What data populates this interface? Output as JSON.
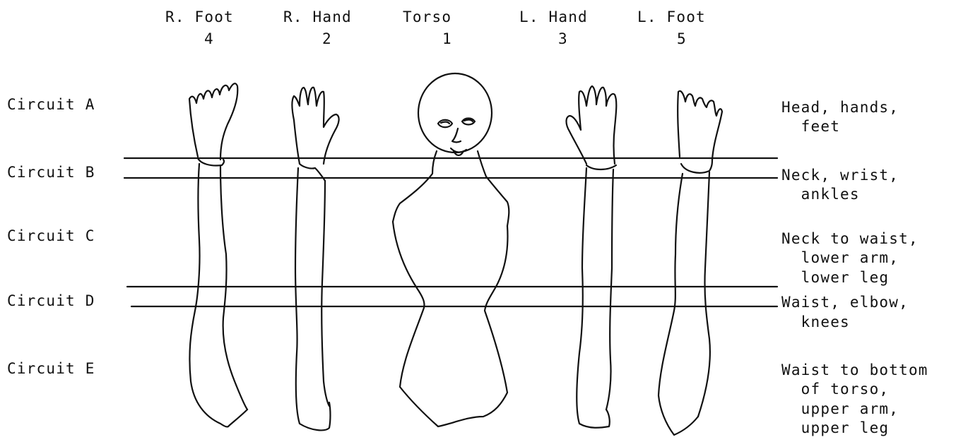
{
  "columns": [
    {
      "name": "R. Foot",
      "number": "4"
    },
    {
      "name": "R. Hand",
      "number": "2"
    },
    {
      "name": "Torso",
      "number": "1"
    },
    {
      "name": "L. Hand",
      "number": "3"
    },
    {
      "name": "L. Foot",
      "number": "5"
    }
  ],
  "circuits": [
    {
      "label": "Circuit A",
      "description": [
        "Head, hands,",
        "  feet"
      ]
    },
    {
      "label": "Circuit B",
      "description": [
        "Neck, wrist,",
        "  ankles"
      ]
    },
    {
      "label": "Circuit C",
      "description": [
        "Neck to waist,",
        "  lower arm,",
        "  lower leg"
      ]
    },
    {
      "label": "Circuit D",
      "description": [
        "Waist, elbow,",
        "  knees"
      ]
    },
    {
      "label": "Circuit E",
      "description": [
        "Waist to bottom",
        "  of torso,",
        "  upper arm,",
        "  upper leg"
      ]
    }
  ],
  "colors": {
    "ink": "#111111",
    "background": "#ffffff"
  }
}
